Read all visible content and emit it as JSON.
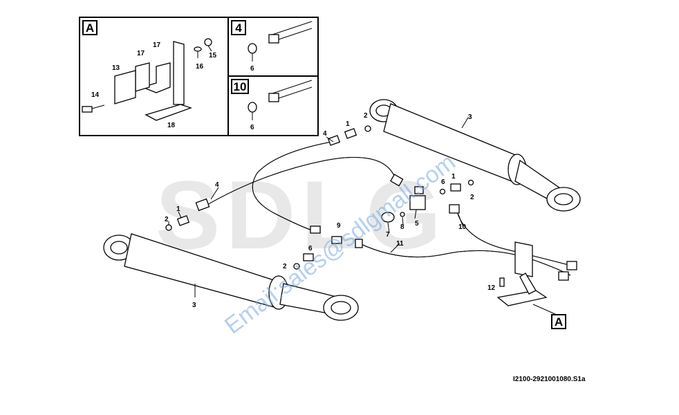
{
  "insets": {
    "main": {
      "label": "A"
    },
    "top_right": {
      "label": "4"
    },
    "bottom_right": {
      "label": "10"
    }
  },
  "inset_part_numbers": {
    "p13": "13",
    "p14": "14",
    "p15": "15",
    "p16": "16",
    "p17a": "17",
    "p17b": "17",
    "p18": "18",
    "p6a": "6",
    "p6b": "6"
  },
  "main_part_numbers": {
    "n1a": "1",
    "n1b": "1",
    "n1c": "1",
    "n2a": "2",
    "n2b": "2",
    "n2c": "2",
    "n2d": "2",
    "n3a": "3",
    "n3b": "3",
    "n4a": "4",
    "n4b": "4",
    "n5": "5",
    "n6a": "6",
    "n6b": "6",
    "n7": "7",
    "n8": "8",
    "n9": "9",
    "n10": "10",
    "n11": "11",
    "n12": "12"
  },
  "view_callout": "A",
  "reference_code": "I2100-2921001080.S1a",
  "watermark": {
    "email": "Email:sales@sdlgmall.com",
    "logo": "SDLG"
  },
  "colors": {
    "watermark": "#78aae1",
    "logo": "#bebebe",
    "line": "#000000"
  }
}
